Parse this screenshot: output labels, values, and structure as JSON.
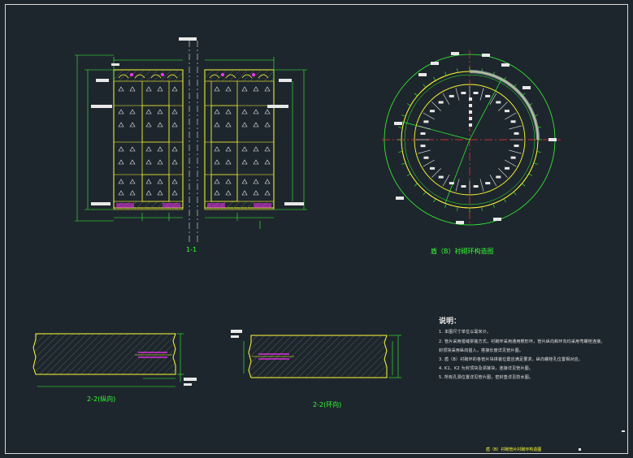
{
  "drawing": {
    "section_1_1_label": "1-1",
    "ring_plan_title": "盾（B）衬砌环构造图",
    "section_2_2_left_label": "2-2(纵向)",
    "section_2_2_right_label": "2-2(环向)",
    "bottom_title": "盾（B）衬砌管片衬砌环构造图"
  },
  "notes": {
    "title": "说明：",
    "lines": [
      "1. 本图尺寸单位以毫米计。",
      "2. 管片采用错缝拼装方式，衬砌环采用通用楔形环，管片纵向和环向均采用弯螺栓连接。",
      "    封顶块采用纵向插入，搭接长度详见管片图。",
      "3. 盾（B）衬砌环的各管片块拼装位置应满足要求，纵向螺栓孔位置相对应。",
      "4. K1、K2 为封顶块及邻接块，连接详见管片图。",
      "5. 所有孔洞位置详见管片图，密封垫详见防水图。"
    ]
  },
  "colors": {
    "background": "#1e262d",
    "frame": "#d9d9d9",
    "outline": "#ffff33",
    "dimension": "#33ff33",
    "text": "#e8e8e8",
    "accent": "#ff33ff",
    "centerline": "#ff3333"
  }
}
